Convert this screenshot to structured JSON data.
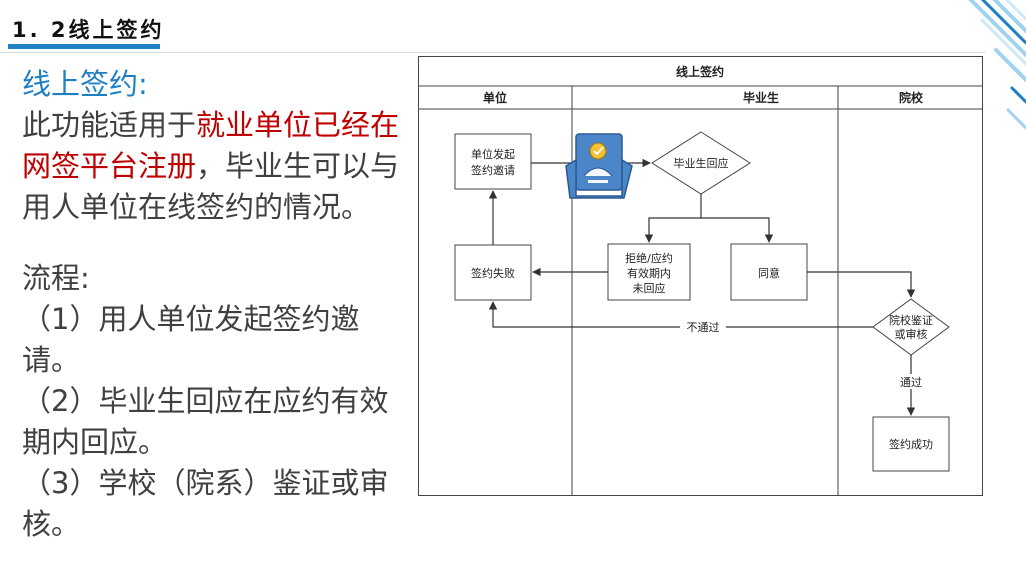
{
  "slide": {
    "title": "1. 2线上签约"
  },
  "content": {
    "heading": "线上签约:",
    "desc_before": "此功能适用于",
    "desc_highlight": "就业单位已经在网签平台注册",
    "desc_after": "，毕业生可以与用人单位在线签约的情况。",
    "process_label": "流程:",
    "steps": [
      "（1）用人单位发起签约邀请。",
      "（2）毕业生回应在应约有效期内回应。",
      "（3）学校（院系）鉴证或审核。"
    ]
  },
  "diagram": {
    "title": "线上签约",
    "lanes": [
      "单位",
      "毕业生",
      "院校"
    ],
    "nodes": {
      "invite": [
        "单位发起",
        "签约邀请"
      ],
      "fail": "签约失败",
      "respond": "毕业生回应",
      "reject": [
        "拒绝/应约",
        "有效期内",
        "未回应"
      ],
      "agree": "同意",
      "verify": [
        "院校鉴证",
        "或审核"
      ],
      "success": "签约成功"
    },
    "edge_labels": {
      "not_passed": "不通过",
      "passed": "通过"
    }
  },
  "colors": {
    "accent": "#1f7fc4",
    "highlight": "#c00000",
    "body_text": "#404040",
    "icon_blue": "#4a86c8",
    "icon_gold": "#f2c230"
  }
}
